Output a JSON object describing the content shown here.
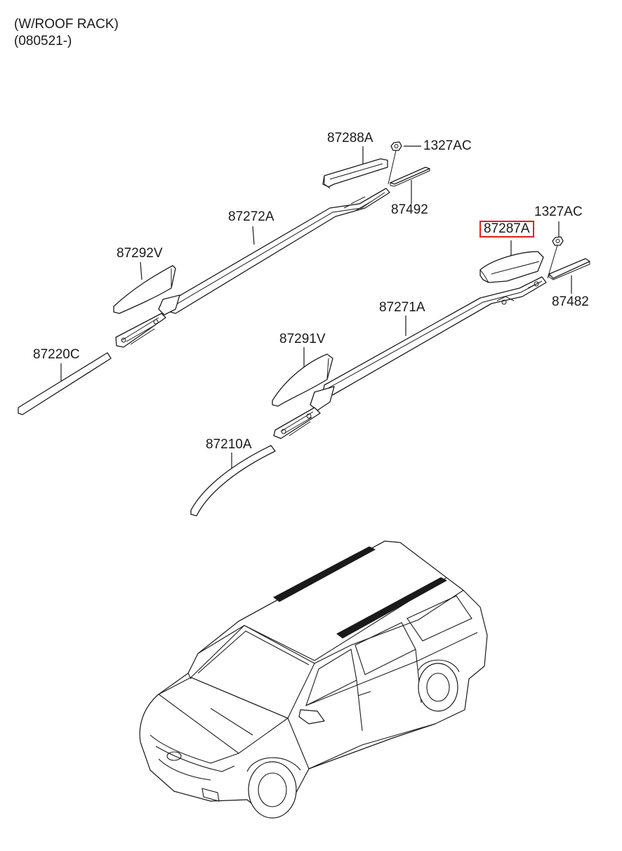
{
  "header": {
    "line1": "(W/ROOF RACK)",
    "line2": "(080521-)"
  },
  "callouts": {
    "p87288A": "87288A",
    "p1327AC_left": "1327AC",
    "p87492": "87492",
    "p87272A": "87272A",
    "p87292V": "87292V",
    "p87220C": "87220C",
    "p1327AC_right": "1327AC",
    "p87287A": "87287A",
    "p87482": "87482",
    "p87271A": "87271A",
    "p87291V": "87291V",
    "p87210A": "87210A"
  },
  "highlight": {
    "part": "87287A",
    "color": "#e0201b"
  }
}
